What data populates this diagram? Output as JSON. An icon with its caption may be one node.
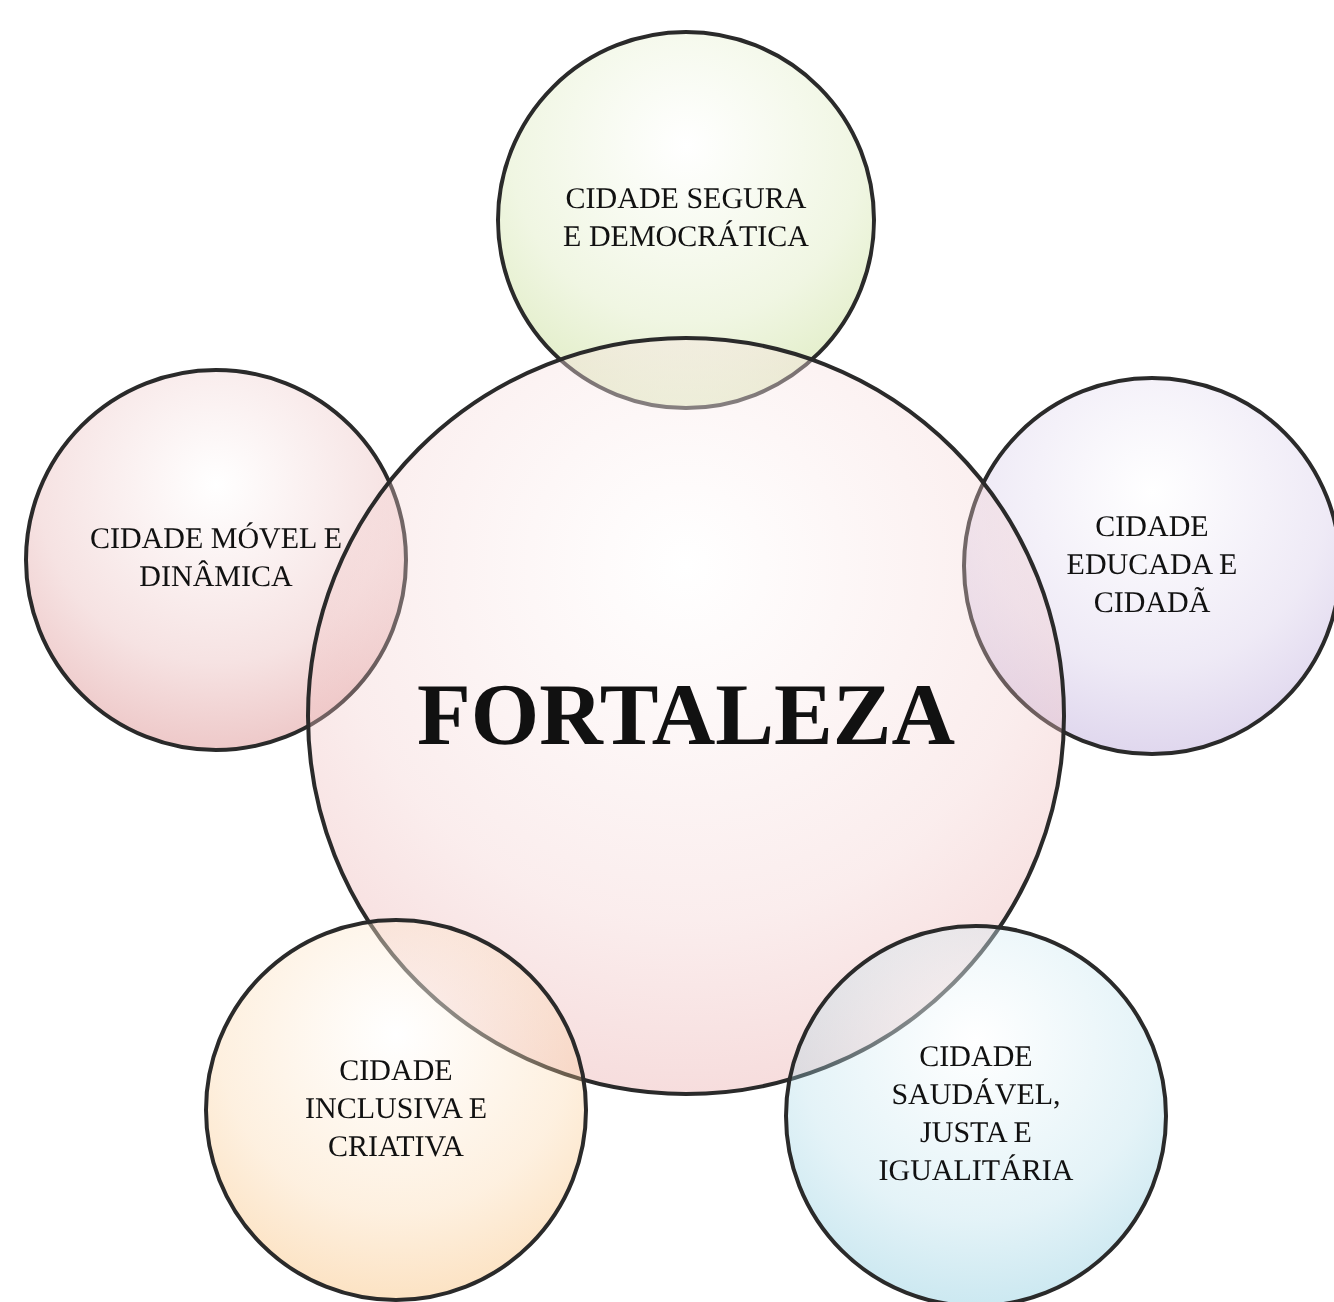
{
  "diagram": {
    "nodes": [
      {
        "text": [
          "CIDADE SEGURA E DEMOCRÁTICA"
        ]
      },
      {
        "text": [
          "CIDADE MÓVEL E DINÂMICA"
        ]
      },
      {
        "text": [
          "CIDADE EDUCADA E CIDADÃ"
        ]
      },
      {
        "text": [
          "FORTALEZA"
        ]
      },
      {
        "text": [
          "CIDADE INCLUSIVA E CRIATIVA"
        ]
      },
      {
        "text": [
          "CIDADE SAUDÁVEL, JUSTA E IGUALITÁRIA"
        ]
      }
    ]
  }
}
